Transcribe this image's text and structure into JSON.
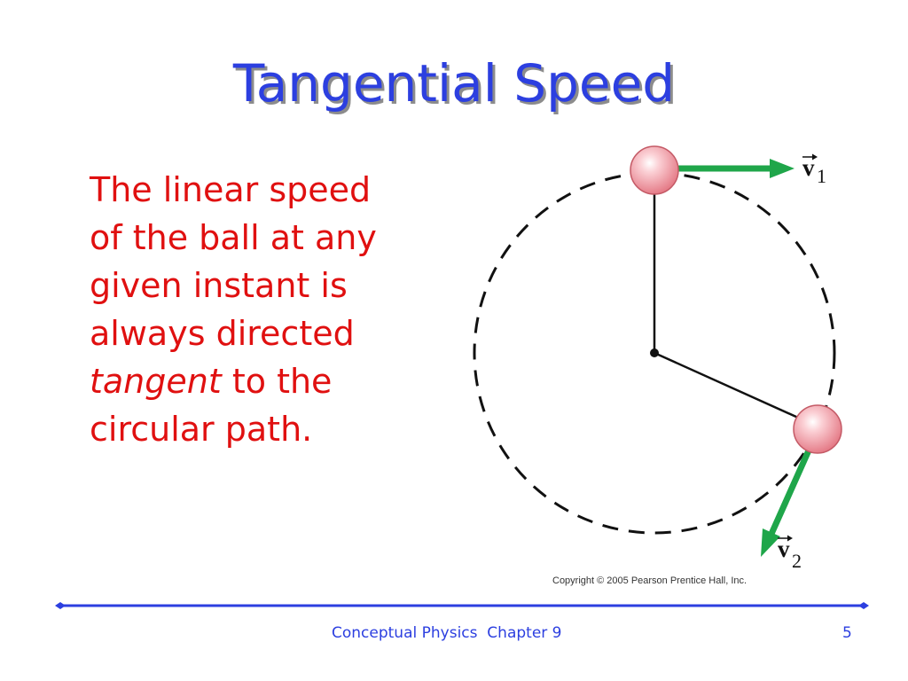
{
  "slide": {
    "title": "Tangential Speed",
    "body_lines": [
      "The linear speed",
      "of the ball at any",
      "given instant is",
      "always directed"
    ],
    "body_emphasis": "tangent",
    "body_after_emphasis": " to the",
    "body_last_line": "circular path.",
    "footer": "Conceptual Physics  Chapter 9",
    "page_number": "5"
  },
  "diagram": {
    "v1_symbol": "v",
    "v1_subscript": "1",
    "v2_symbol": "v",
    "v2_subscript": "2",
    "copyright": "Copyright © 2005 Pearson Prentice Hall, Inc.",
    "colors": {
      "ball": "#f4a6ae",
      "arrow": "#1fa64a",
      "path": "#111111"
    }
  },
  "colors": {
    "title": "#2c3fe0",
    "body_text": "#e01010",
    "footer": "#2c3fe0",
    "rule": "#2c3fe0"
  }
}
